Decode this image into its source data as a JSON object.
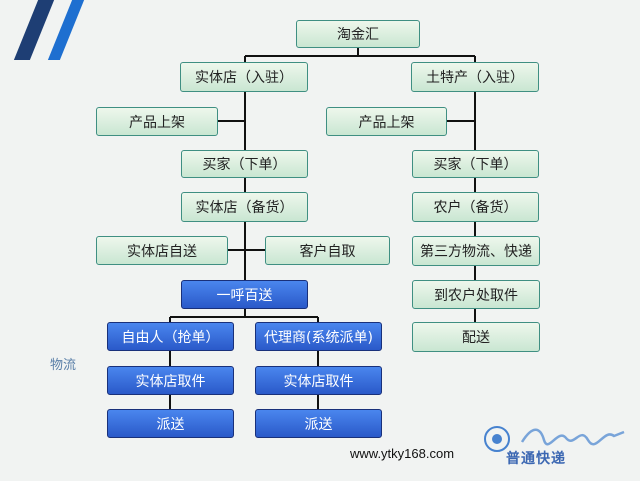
{
  "nodes": {
    "root": "淘金汇",
    "store_join": "实体店（入驻）",
    "local_join": "土特产（入驻）",
    "store_listing": "产品上架",
    "local_listing": "产品上架",
    "store_buyer_order": "买家（下单）",
    "local_buyer_order": "买家（下单）",
    "store_stock": "实体店（备货）",
    "farmer_stock": "农户（备货）",
    "store_self_delivery": "实体店自送",
    "customer_pickup": "客户自取",
    "third_party_logistics": "第三方物流、快递",
    "one_call": "一呼百送",
    "farmer_pickup": "到农户处取件",
    "freelancer": "自由人（抢单）",
    "agent": "代理商(系统派单)",
    "local_delivery": "配送",
    "freelancer_pickup": "实体店取件",
    "agent_pickup": "实体店取件",
    "freelancer_dispatch": "派送",
    "agent_dispatch": "派送"
  },
  "side_label": "物流",
  "website": "www.ytky168.com",
  "watermark_text": "普通快递",
  "colors": {
    "green_border": "#3f8f82",
    "blue_fill": "#2a59c9",
    "line": "#111111"
  }
}
